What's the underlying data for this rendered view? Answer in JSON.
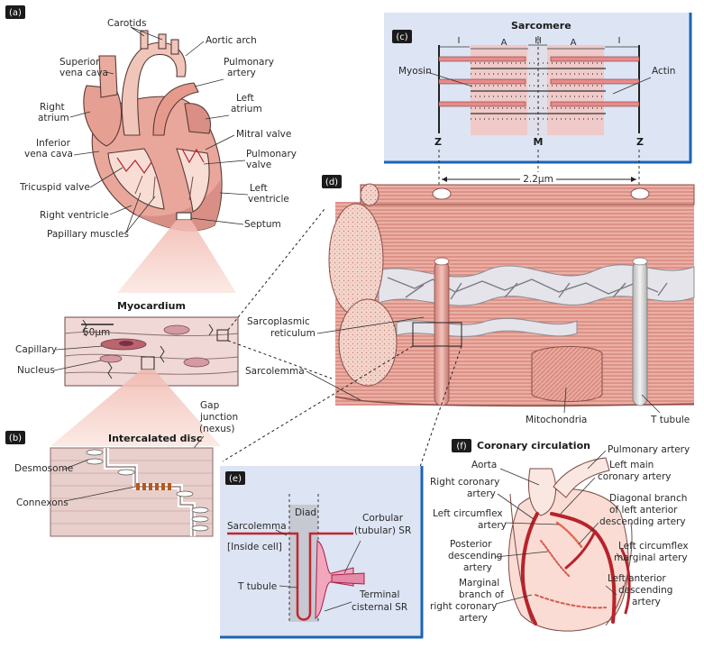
{
  "colors": {
    "muscle_pink": "#e9a79b",
    "muscle_light": "#f6d6cc",
    "reticulum_grey": "#cfcfd6",
    "panel_blue": "#dde4f3",
    "panel_border": "#1a64b8",
    "artery_red": "#b8232b",
    "myosin": "#e88b8b"
  },
  "panels": {
    "a": {
      "tag": "(a)",
      "labels": {
        "carotids": "Carotids",
        "aortic_arch": "Aortic arch",
        "superior_vena_cava": [
          "Superior",
          "vena cava"
        ],
        "pulmonary_artery": [
          "Pulmonary",
          "artery"
        ],
        "left_atrium": [
          "Left",
          "atrium"
        ],
        "right_atrium": [
          "Right",
          "atrium"
        ],
        "mitral_valve": "Mitral valve",
        "inferior_vena_cava": [
          "Inferior",
          "vena cava"
        ],
        "pulmonary_valve": [
          "Pulmonary",
          "valve"
        ],
        "tricuspid_valve": "Tricuspid valve",
        "left_ventricle": [
          "Left",
          "ventricle"
        ],
        "right_ventricle": "Right ventricle",
        "septum": "Septum",
        "papillary_muscles": "Papillary muscles"
      }
    },
    "myocardium": {
      "title": "Myocardium",
      "scale": "50µm",
      "labels": {
        "capillary": "Capillary",
        "nucleus": "Nucleus"
      }
    },
    "b": {
      "tag": "(b)",
      "title": "Intercalated disc",
      "labels": {
        "gap_junction": [
          "Gap",
          "junction",
          "(nexus)"
        ],
        "desmosome": "Desmosome",
        "connexons": "Connexons"
      }
    },
    "c": {
      "tag": "(c)",
      "title": "Sarcomere",
      "bands": {
        "i_left": "I",
        "a_left": "A",
        "h": "H",
        "a_right": "A",
        "i_right": "I"
      },
      "labels": {
        "myosin": "Myosin",
        "actin": "Actin",
        "z_left": "Z",
        "m": "M",
        "z_right": "Z"
      }
    },
    "d": {
      "tag": "(d)",
      "distance": "2.2µm",
      "labels": {
        "sarcoplasmic_reticulum": [
          "Sarcoplasmic",
          "reticulum"
        ],
        "sarcolemma": "Sarcolemma",
        "mitochondria": "Mitochondria",
        "t_tubule": "T tubule"
      }
    },
    "e": {
      "tag": "(e)",
      "labels": {
        "sarcolemma": "Sarcolemma",
        "diad": "Diad",
        "corbular": [
          "Corbular",
          "(tubular) SR"
        ],
        "inside_cell": "[Inside cell]",
        "t_tubule": "T tubule",
        "terminal": [
          "Terminal",
          "cisternal SR"
        ]
      }
    },
    "f": {
      "tag": "(f)",
      "title": "Coronary circulation",
      "labels": {
        "pulmonary_artery": "Pulmonary artery",
        "aorta": "Aorta",
        "left_main": [
          "Left main",
          "coronary artery"
        ],
        "right_coronary": [
          "Right coronary",
          "artery"
        ],
        "diagonal_branch": [
          "Diagonal branch",
          "of left anterior",
          "descending artery"
        ],
        "left_circumflex": [
          "Left circumflex",
          "artery"
        ],
        "posterior_descending": [
          "Posterior",
          "descending",
          "artery"
        ],
        "left_circumflex_marginal": [
          "Left circumflex",
          "marginal artery"
        ],
        "left_anterior_descending": [
          "Left anterior",
          "descending",
          "artery"
        ],
        "marginal_branch": [
          "Marginal",
          "branch of",
          "right coronary",
          "artery"
        ]
      }
    }
  }
}
